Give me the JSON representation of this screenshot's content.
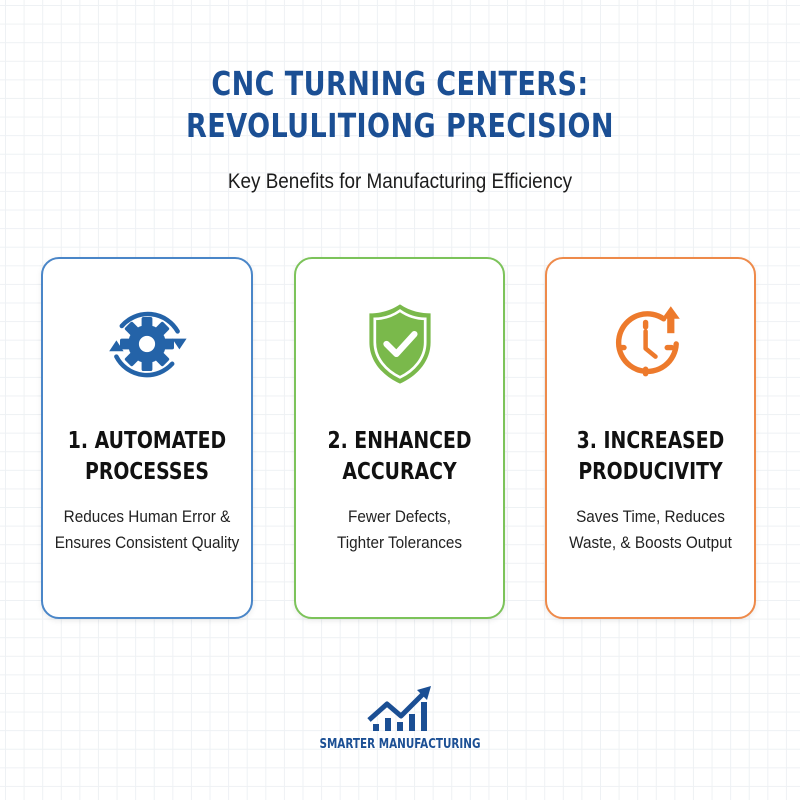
{
  "header": {
    "title_line1": "CNC TURNING CENTERS:",
    "title_line2": "REVOLULITIONG PRECISION",
    "subtitle": "Key Benefits for Manufacturing Efficiency"
  },
  "colors": {
    "title": "#1b4f94",
    "card_blue": "#4a86c8",
    "icon_blue": "#2463a8",
    "card_green": "#7cc35a",
    "icon_green": "#7ab94b",
    "card_orange": "#ee8a4a",
    "icon_orange": "#ed7a2c"
  },
  "cards": [
    {
      "icon": "gear-cycle-icon",
      "heading_line1": "1. AUTOMATED",
      "heading_line2": "PROCESSES",
      "desc_line1": "Reduces Human Error &",
      "desc_line2": "Ensures Consistent Quality"
    },
    {
      "icon": "shield-check-icon",
      "heading_line1": "2. ENHANCED",
      "heading_line2": "ACCURACY",
      "desc_line1": "Fewer Defects,",
      "desc_line2": "Tighter Tolerances"
    },
    {
      "icon": "clock-arrow-up-icon",
      "heading_line1": "3. INCREASED",
      "heading_line2": "PRODUCIVITY",
      "desc_line1": "Saves Time, Reduces",
      "desc_line2": "Waste, & Boosts Output"
    }
  ],
  "footer": {
    "logo_icon": "growth-chart-icon",
    "brand": "SMARTER MANUFACTURING"
  }
}
